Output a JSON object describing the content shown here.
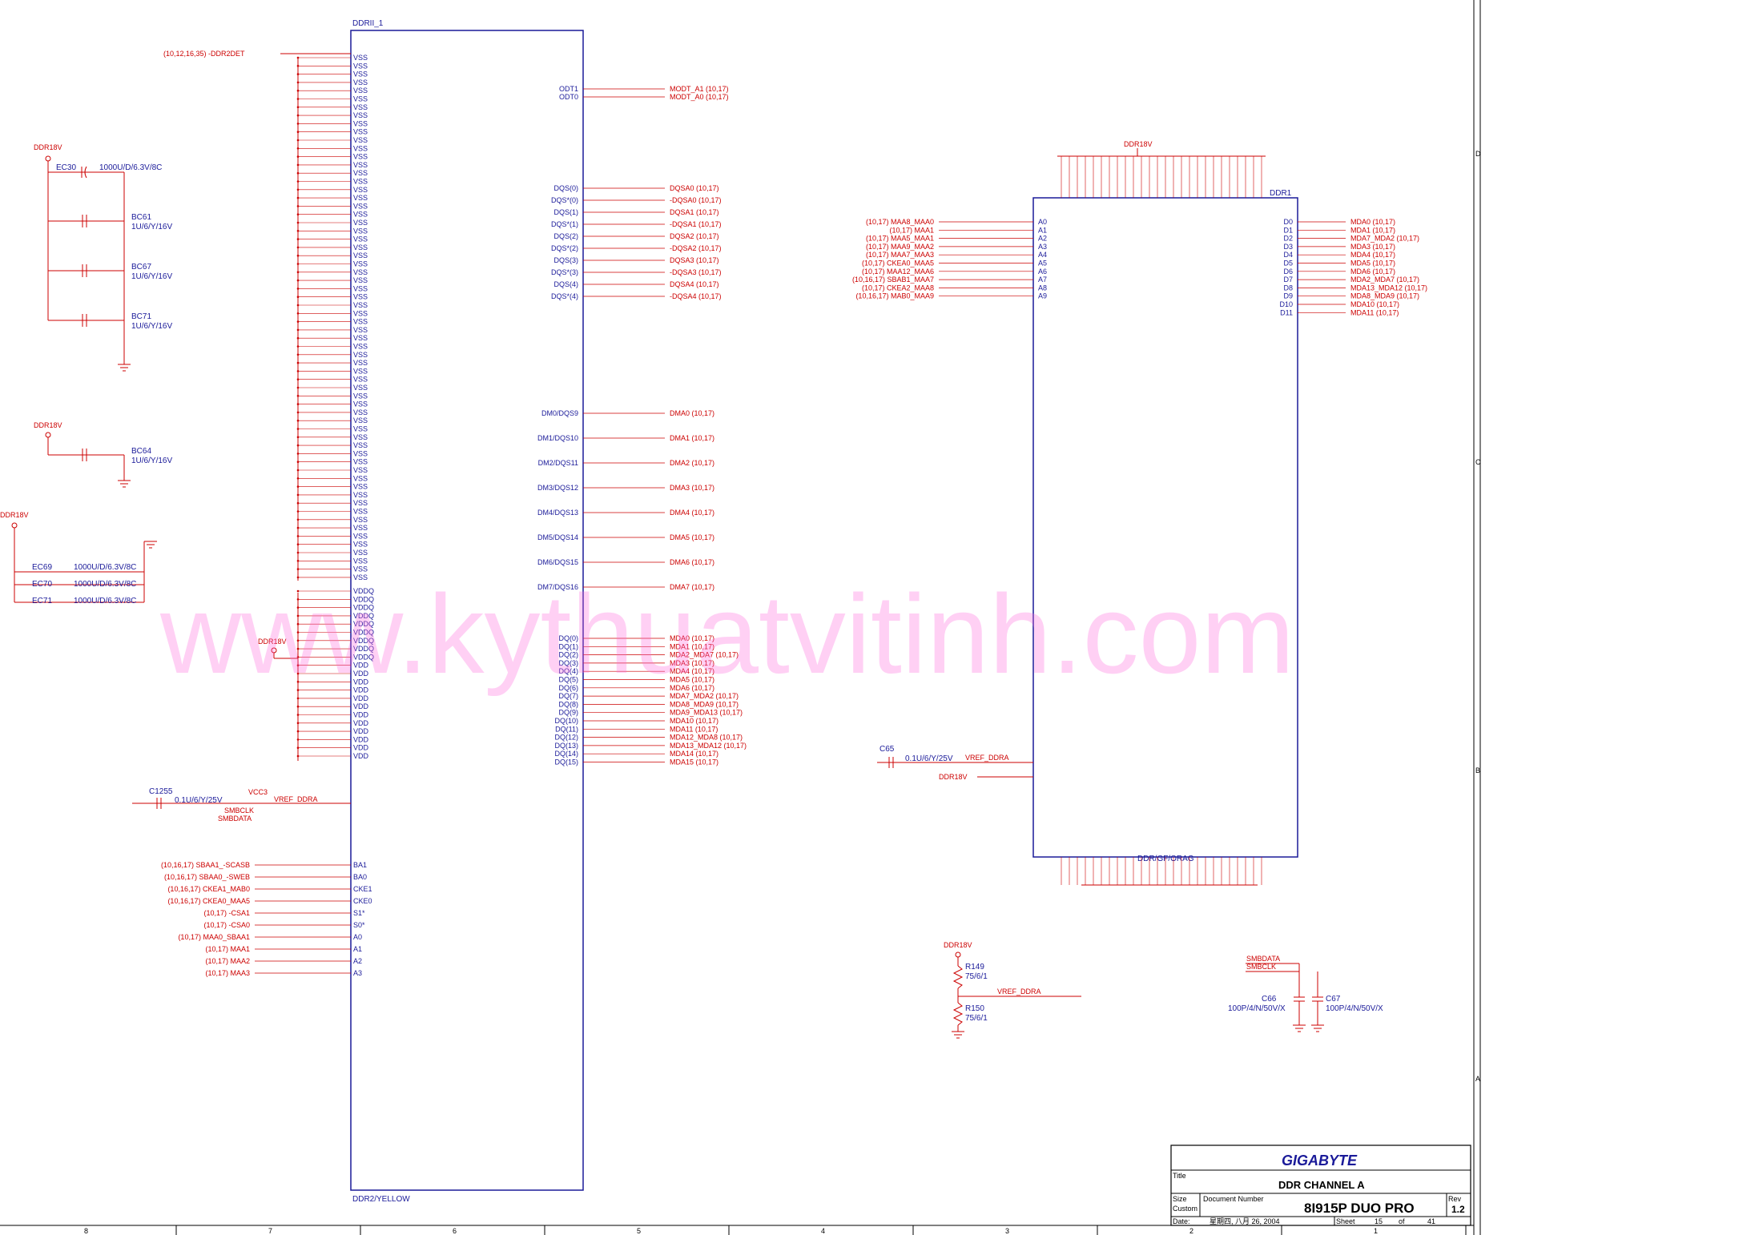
{
  "left_ic": {
    "ref": "DDRII_1",
    "footer": "DDR2/YELLOW",
    "vss_label": "VSS",
    "vdd_label": "VDD",
    "vddq_label": "VDDQ",
    "top_net": "(10,12,16,35)  -DDR2DET",
    "odt": [
      {
        "pin": "ODT1",
        "net": "MODT_A1  (10,17)"
      },
      {
        "pin": "ODT0",
        "net": "MODT_A0  (10,17)"
      }
    ],
    "dqs": [
      {
        "pin": "DQS(0)",
        "net": "DQSA0  (10,17)"
      },
      {
        "pin": "DQS*(0)",
        "net": "-DQSA0  (10,17)"
      },
      {
        "pin": "DQS(1)",
        "net": "DQSA1  (10,17)"
      },
      {
        "pin": "DQS*(1)",
        "net": "-DQSA1  (10,17)"
      },
      {
        "pin": "DQS(2)",
        "net": "DQSA2  (10,17)"
      },
      {
        "pin": "DQS*(2)",
        "net": "-DQSA2  (10,17)"
      },
      {
        "pin": "DQS(3)",
        "net": "DQSA3  (10,17)"
      },
      {
        "pin": "DQS*(3)",
        "net": "-DQSA3  (10,17)"
      },
      {
        "pin": "DQS(4)",
        "net": "DQSA4  (10,17)"
      },
      {
        "pin": "DQS*(4)",
        "net": "-DQSA4  (10,17)"
      }
    ],
    "dm": [
      {
        "pin": "DM0/DQS9",
        "net": "DMA0  (10,17)"
      },
      {
        "pin": "DM1/DQS10",
        "net": "DMA1  (10,17)"
      },
      {
        "pin": "DM2/DQS11",
        "net": "DMA2  (10,17)"
      },
      {
        "pin": "DM3/DQS12",
        "net": "DMA3  (10,17)"
      },
      {
        "pin": "DM4/DQS13",
        "net": "DMA4  (10,17)"
      },
      {
        "pin": "DM5/DQS14",
        "net": "DMA5  (10,17)"
      },
      {
        "pin": "DM6/DQS15",
        "net": "DMA6  (10,17)"
      },
      {
        "pin": "DM7/DQS16",
        "net": "DMA7  (10,17)"
      }
    ],
    "dq": [
      {
        "pin": "DQ(0)",
        "net": "MDA0  (10,17)"
      },
      {
        "pin": "DQ(1)",
        "net": "MDA1  (10,17)"
      },
      {
        "pin": "DQ(2)",
        "net": "MDA2_MDA7  (10,17)"
      },
      {
        "pin": "DQ(3)",
        "net": "MDA3  (10,17)"
      },
      {
        "pin": "DQ(4)",
        "net": "MDA4  (10,17)"
      },
      {
        "pin": "DQ(5)",
        "net": "MDA5  (10,17)"
      },
      {
        "pin": "DQ(6)",
        "net": "MDA6  (10,17)"
      },
      {
        "pin": "DQ(7)",
        "net": "MDA7_MDA2  (10,17)"
      },
      {
        "pin": "DQ(8)",
        "net": "MDA8_MDA9  (10,17)"
      },
      {
        "pin": "DQ(9)",
        "net": "MDA9_MDA13  (10,17)"
      },
      {
        "pin": "DQ(10)",
        "net": "MDA10  (10,17)"
      },
      {
        "pin": "DQ(11)",
        "net": "MDA11  (10,17)"
      },
      {
        "pin": "DQ(12)",
        "net": "MDA12_MDA8  (10,17)"
      },
      {
        "pin": "DQ(13)",
        "net": "MDA13_MDA12  (10,17)"
      },
      {
        "pin": "DQ(14)",
        "net": "MDA14  (10,17)"
      },
      {
        "pin": "DQ(15)",
        "net": "MDA15  (10,17)"
      }
    ],
    "left_nets": [
      {
        "net": "(10,16,17)  SBAA1_-SCASB",
        "pin": "BA1"
      },
      {
        "net": "(10,16,17)  SBAA0_-SWEB",
        "pin": "BA0"
      },
      {
        "net": "(10,16,17)  CKEA1_MAB0",
        "pin": "CKE1"
      },
      {
        "net": "(10,16,17)  CKEA0_MAA5",
        "pin": "CKE0"
      },
      {
        "net": "(10,17)  -CSA1",
        "pin": "S1*"
      },
      {
        "net": "(10,17)  -CSA0",
        "pin": "S0*"
      },
      {
        "net": "(10,17)  MAA0_SBAA1",
        "pin": "A0"
      },
      {
        "net": "(10,17)  MAA1",
        "pin": "A1"
      },
      {
        "net": "(10,17)  MAA2",
        "pin": "A2"
      },
      {
        "net": "(10,17)  MAA3",
        "pin": "A3"
      }
    ]
  },
  "right_ic": {
    "ref": "DDR1",
    "footer": "DDR/GF/ORAG",
    "power_net": "DDR18V",
    "addr": [
      {
        "net": "(10,17)  MAA8_MAA0",
        "pin": "A0"
      },
      {
        "net": "(10,17)  MAA1",
        "pin": "A1"
      },
      {
        "net": "(10,17)  MAA5_MAA1",
        "pin": "A2"
      },
      {
        "net": "(10,17)  MAA9_MAA2",
        "pin": "A3"
      },
      {
        "net": "(10,17)  MAA7_MAA3",
        "pin": "A4"
      },
      {
        "net": "(10,17)  CKEA0_MAA5",
        "pin": "A5"
      },
      {
        "net": "(10,17)  MAA12_MAA6",
        "pin": "A6"
      },
      {
        "net": "(10,16,17)  SBAB1_MAA7",
        "pin": "A7"
      },
      {
        "net": "(10,17)  CKEA2_MAA8",
        "pin": "A8"
      },
      {
        "net": "(10,16,17)  MAB0_MAA9",
        "pin": "A9"
      }
    ],
    "data": [
      {
        "pin": "D0",
        "net": "MDA0  (10,17)"
      },
      {
        "pin": "D1",
        "net": "MDA1  (10,17)"
      },
      {
        "pin": "D2",
        "net": "MDA7_MDA2  (10,17)"
      },
      {
        "pin": "D3",
        "net": "MDA3  (10,17)"
      },
      {
        "pin": "D4",
        "net": "MDA4  (10,17)"
      },
      {
        "pin": "D5",
        "net": "MDA5  (10,17)"
      },
      {
        "pin": "D6",
        "net": "MDA6  (10,17)"
      },
      {
        "pin": "D7",
        "net": "MDA2_MDA7  (10,17)"
      },
      {
        "pin": "D8",
        "net": "MDA13_MDA12  (10,17)"
      },
      {
        "pin": "D9",
        "net": "MDA8_MDA9  (10,17)"
      },
      {
        "pin": "D10",
        "net": "MDA10  (10,17)"
      },
      {
        "pin": "D11",
        "net": "MDA11  (10,17)"
      }
    ]
  },
  "components": {
    "ec30": "EC30",
    "ec30_val": "1000U/D/6.3V/8C",
    "bc61": "BC61",
    "bc61_val": "1U/6/Y/16V",
    "bc67": "BC67",
    "bc67_val": "1U/6/Y/16V",
    "bc71": "BC71",
    "bc71_val": "1U/6/Y/16V",
    "bc64": "BC64",
    "bc64_val": "1U/6/Y/16V",
    "ec69": "EC69",
    "ec70": "EC70",
    "ec71": "EC71",
    "ec_val": "1000U/D/6.3V/8C",
    "c1255": "C1255",
    "c1255_val": "0.1U/6/Y/25V",
    "c65": "C65",
    "c65_val": "0.1U/6/Y/25V",
    "r149": "R149",
    "r149_val": "75/6/1",
    "r150": "R150",
    "r150_val": "75/6/1",
    "c66": "C66",
    "c66_val": "100P/4/N/50V/X",
    "c67": "C67",
    "c67_val": "100P/4/N/50V/X",
    "ddr18v": "DDR18V",
    "vcc3": "VCC3",
    "vref": "VREF_DDRA",
    "smbdata": "SMBDATA",
    "smbclk": "SMBCLK"
  },
  "title_block": {
    "company": "GIGABYTE",
    "title_label": "Title",
    "title": "DDR CHANNEL A",
    "size_label": "Size",
    "size": "Custom",
    "docnum_label": "Document Number",
    "docnum": "8I915P DUO PRO",
    "rev_label": "Rev",
    "rev": "1.2",
    "date_label": "Date:",
    "date": "星期四, 八月 26, 2004",
    "sheet_label": "Sheet",
    "sheet": "15",
    "of_label": "of",
    "total": "41"
  },
  "border": {
    "bottom": [
      "8",
      "7",
      "6",
      "5",
      "4",
      "3",
      "2",
      "1"
    ],
    "right": [
      "D",
      "C",
      "B",
      "A"
    ]
  },
  "watermark": "www.kythuatvitinh.com"
}
